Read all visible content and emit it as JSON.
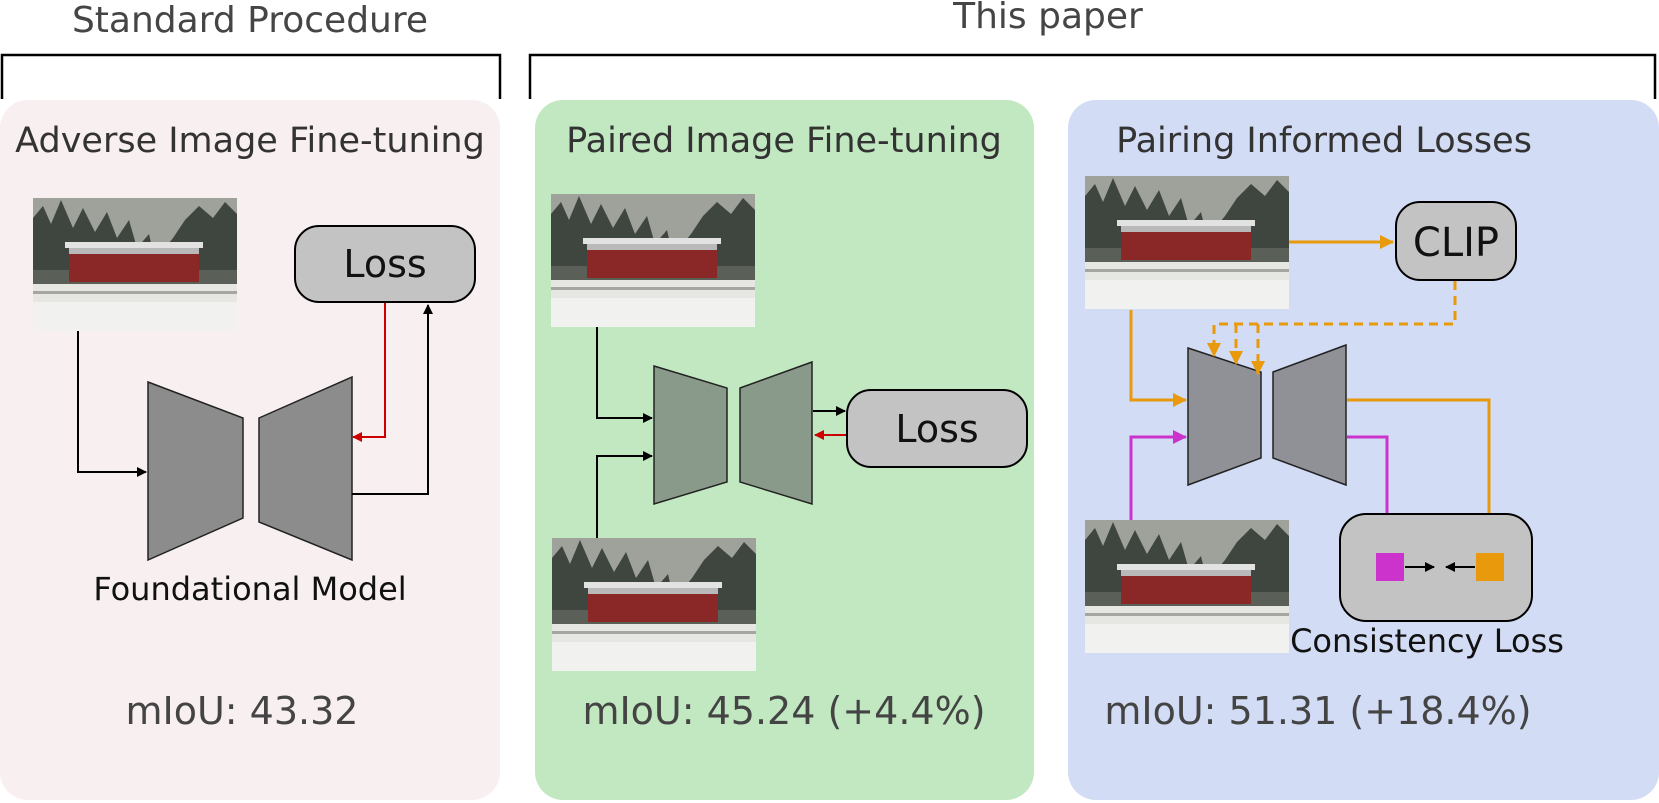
{
  "headers": {
    "left": "Standard Procedure",
    "right": "This paper"
  },
  "panels": [
    {
      "title": "Adverse Image Fine-tuning",
      "metric": "mIoU: 43.32",
      "loss_label": "Loss",
      "caption": "Foundational Model",
      "background": "#f8eff0"
    },
    {
      "title": "Paired Image Fine-tuning",
      "metric": "mIoU: 45.24 (+4.4%)",
      "loss_label": "Loss",
      "background": "#c2e8c2"
    },
    {
      "title": "Pairing Informed Losses",
      "metric": "mIoU: 51.31 (+18.4%)",
      "clip_label": "CLIP",
      "caption": "Consistency Loss",
      "background": "#d2dcf4"
    }
  ],
  "colors": {
    "forward_arrow": "#000000",
    "backward_arrow": "#cc0000",
    "clip_path": "#e8990c",
    "paired_path": "#cc33cc",
    "module_box": "#c3c3c3",
    "encoder_decoder": "#8c8c8c"
  }
}
